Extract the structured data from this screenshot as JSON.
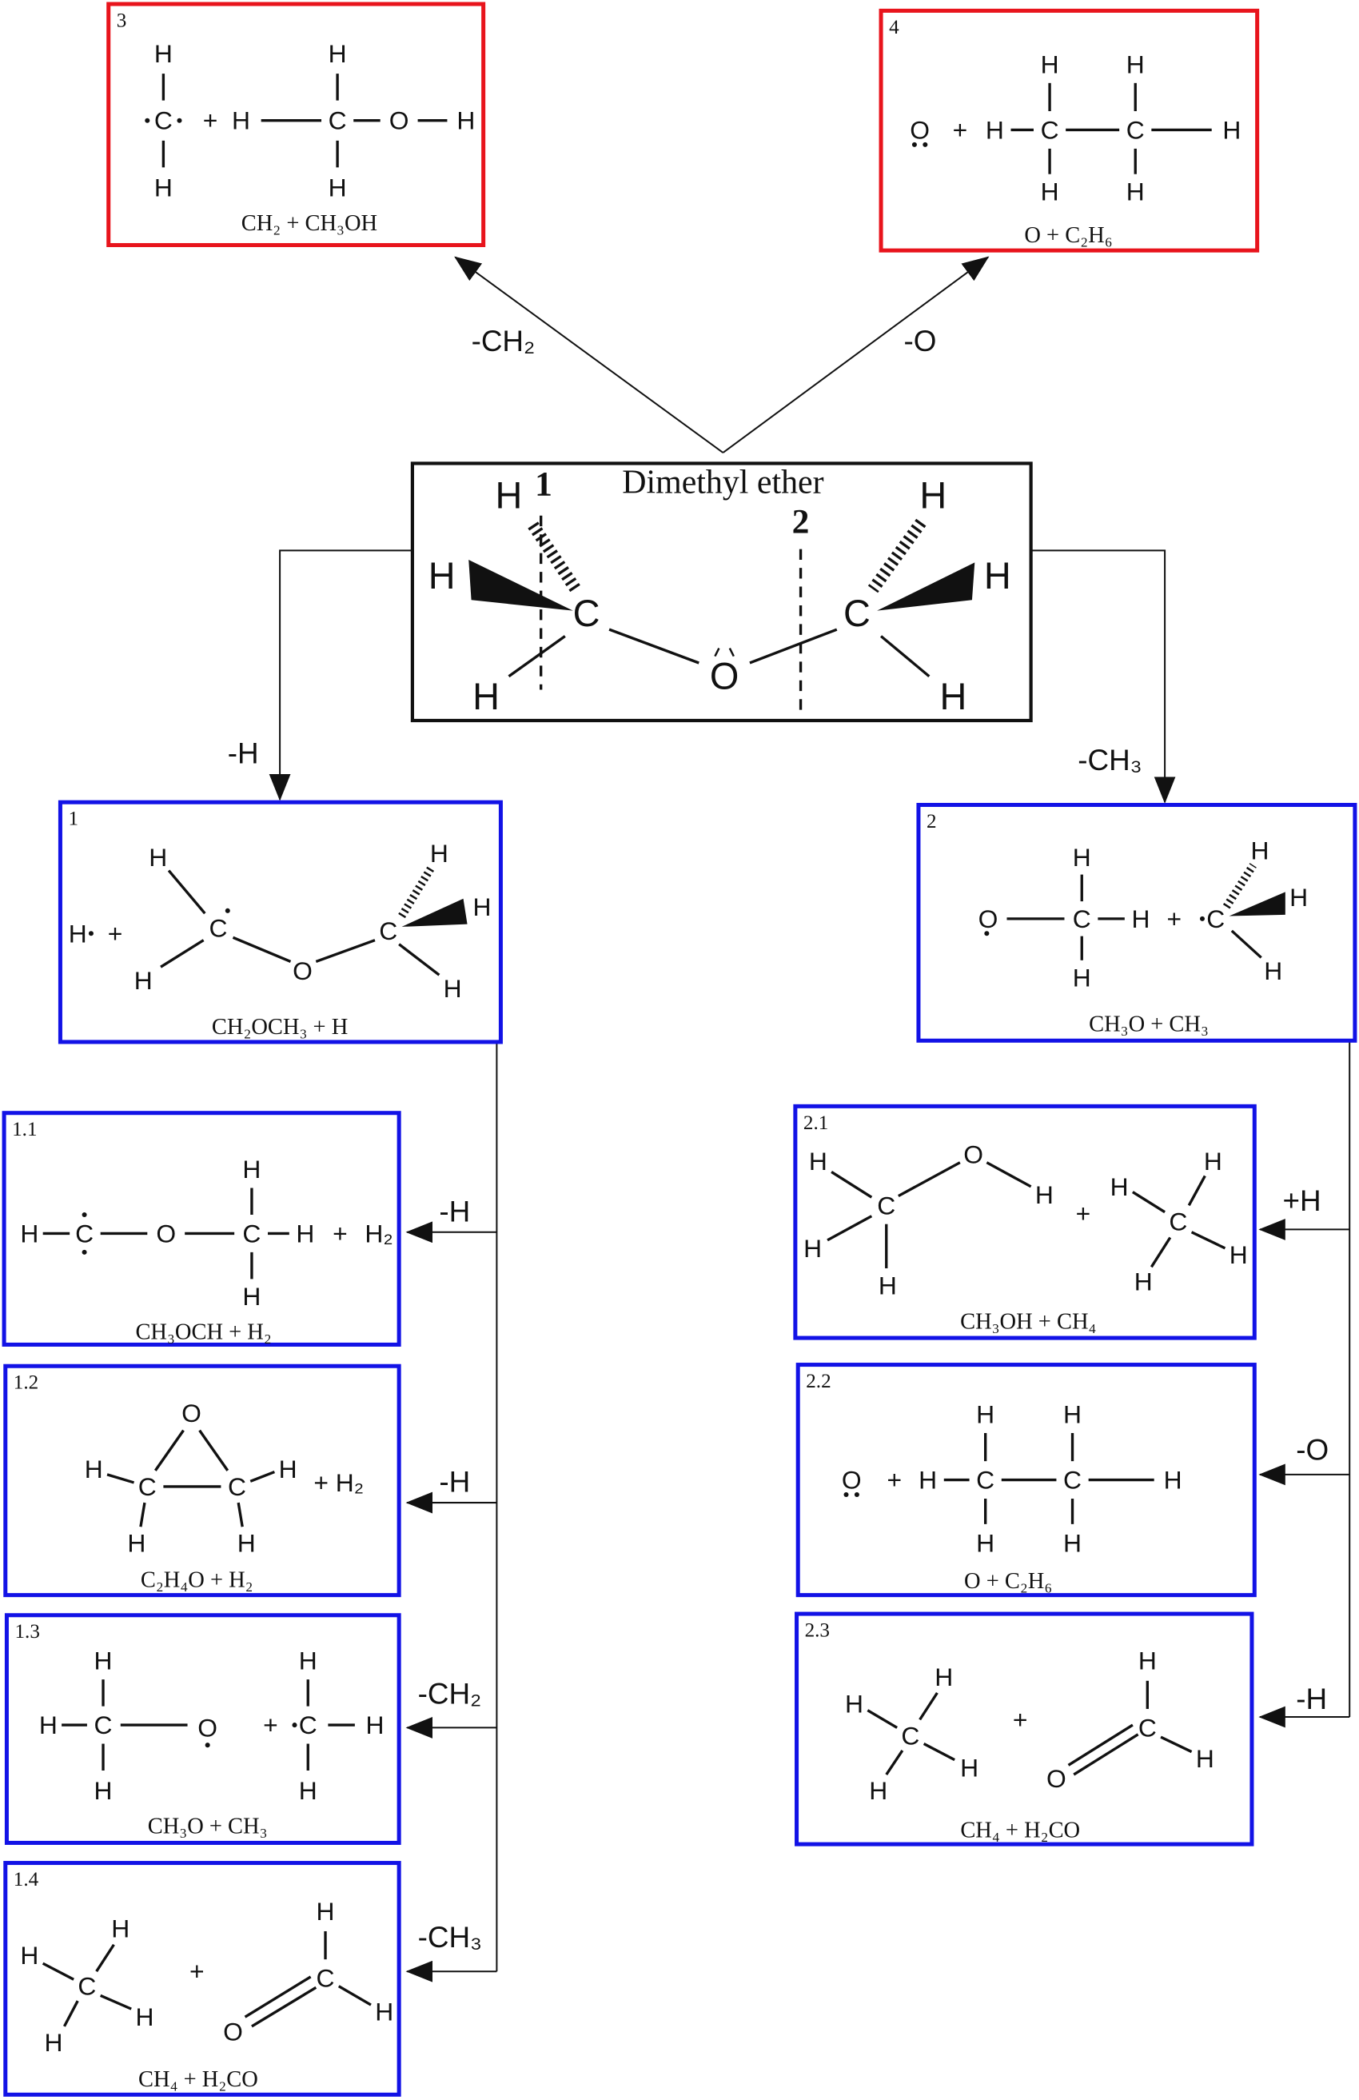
{
  "center": {
    "title": "Dimethyl ether",
    "site1": "1",
    "site2": "2",
    "atoms": [
      "H",
      "H",
      "H",
      "C",
      "O",
      "C",
      "H",
      "H",
      "H"
    ]
  },
  "colors": {
    "primary_box": "#e8141c",
    "secondary_box": "#1212e6",
    "center_box": "#111111"
  },
  "reactions": {
    "to3": "-CH₂",
    "to4": "-O",
    "to1": "-H",
    "to2": "-CH₃",
    "to1_1": "-H",
    "to1_2": "-H",
    "to1_3": "-CH₂",
    "to1_4": "-CH₃",
    "to2_1": "+H",
    "to2_2": "-O",
    "to2_3": "-H"
  },
  "boxes": {
    "b3": {
      "number": "3",
      "caption": "CH₂ + CH₃OH",
      "atoms": [
        "H",
        "C",
        "H",
        "+",
        "H",
        "C",
        "H",
        "H",
        "O",
        "H"
      ]
    },
    "b4": {
      "number": "4",
      "caption": "O + C₂H₆",
      "atoms": [
        "O",
        "+",
        "H",
        "C",
        "C",
        "H",
        "H",
        "H",
        "H",
        "H"
      ]
    },
    "b1": {
      "number": "1",
      "caption": "CH₂OCH₃ + H",
      "atoms": [
        "H",
        "+",
        "H",
        "C",
        "H",
        "O",
        "C",
        "H",
        "H",
        "H"
      ]
    },
    "b2": {
      "number": "2",
      "caption": "CH₃O + CH₃",
      "atoms": [
        "O",
        "C",
        "H",
        "H",
        "H",
        "+",
        "C",
        "H",
        "H",
        "H"
      ]
    },
    "b1_1": {
      "number": "1.1",
      "caption": "CH₃OCH + H₂",
      "atoms": [
        "H",
        "C",
        "O",
        "C",
        "H",
        "H",
        "H",
        "+",
        "H₂"
      ]
    },
    "b1_2": {
      "number": "1.2",
      "caption": "C₂H₄O + H₂",
      "atoms": [
        "O",
        "C",
        "C",
        "H",
        "H",
        "H",
        "H",
        "+ H₂"
      ]
    },
    "b1_3": {
      "number": "1.3",
      "caption": "CH₃O + CH₃",
      "atoms": [
        "H",
        "C",
        "H",
        "H",
        "O",
        "+",
        "C",
        "H",
        "H",
        "H"
      ]
    },
    "b1_4": {
      "number": "1.4",
      "caption": "CH₄ + H₂CO",
      "atoms": [
        "H",
        "H",
        "C",
        "H",
        "H",
        "+",
        "O",
        "C",
        "H",
        "H"
      ]
    },
    "b2_1": {
      "number": "2.1",
      "caption": "CH₃OH + CH₄",
      "atoms": [
        "H",
        "C",
        "O",
        "H",
        "H",
        "H",
        "+",
        "H",
        "H",
        "C",
        "H",
        "H"
      ]
    },
    "b2_2": {
      "number": "2.2",
      "caption": "O + C₂H₆",
      "atoms": [
        "O",
        "+",
        "H",
        "C",
        "C",
        "H",
        "H",
        "H",
        "H",
        "H"
      ]
    },
    "b2_3": {
      "number": "2.3",
      "caption": "CH₄ + H₂CO",
      "atoms": [
        "H",
        "H",
        "C",
        "H",
        "H",
        "+",
        "O",
        "C",
        "H",
        "H"
      ]
    }
  }
}
